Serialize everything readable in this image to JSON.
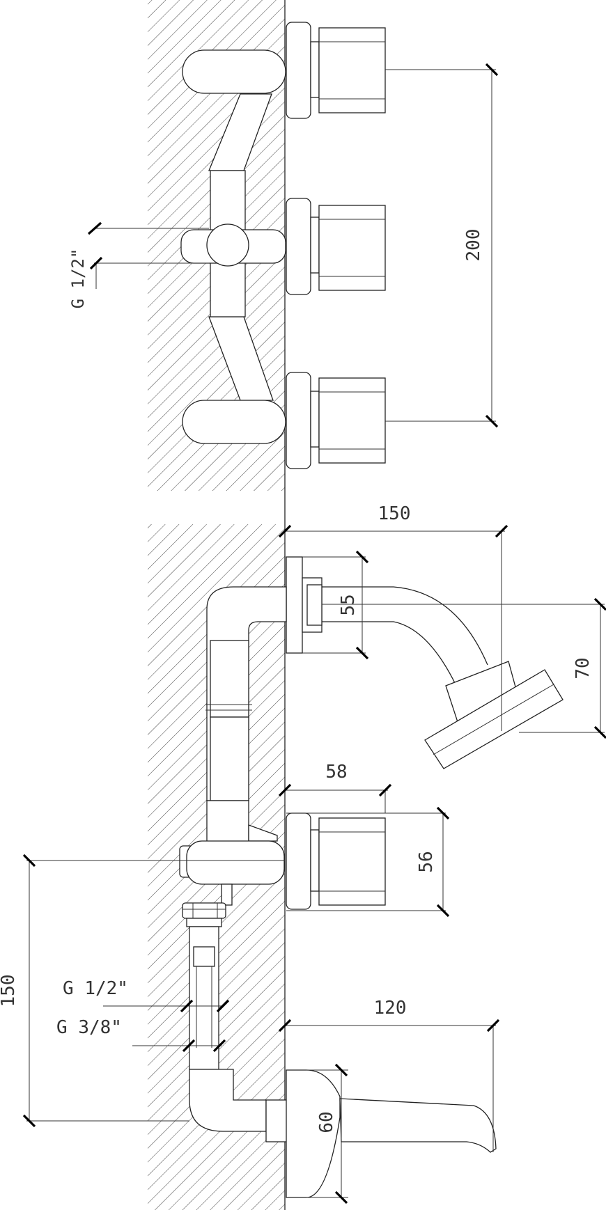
{
  "drawing": {
    "dimensions": {
      "top_spacing": "200",
      "top_thread": "G 1/2\"",
      "shower_reach": "150",
      "shower_flange": "55",
      "shower_head_drop": "70",
      "mixer_depth": "58",
      "mixer_diameter": "56",
      "spout_reach": "120",
      "spout_flange": "60",
      "outlet_height": "150",
      "thread_half": "G 1/2\"",
      "thread_three_eighths": "G 3/8\""
    }
  }
}
